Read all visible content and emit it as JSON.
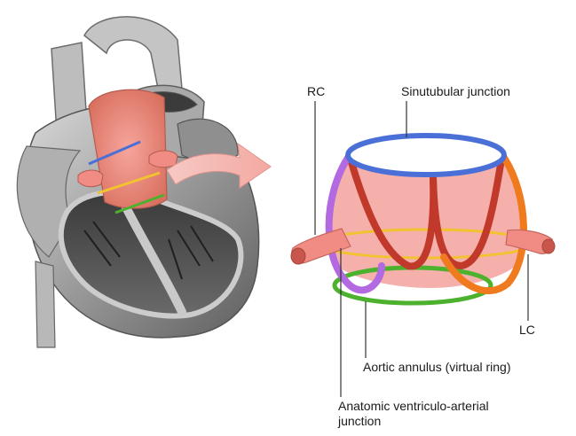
{
  "labels": {
    "rc": "RC",
    "sinotubular": "Sinutubular junction",
    "lc": "LC",
    "annulus": "Aortic annulus (virtual ring)",
    "vaj_line1": "Anatomic ventriculo-arterial",
    "vaj_line2": "junction"
  },
  "colors": {
    "sinotubular_ring": "#4a6fd6",
    "annulus_ring": "#f2c230",
    "vaj_ring": "#4cb22e",
    "leaflet_red": "#c0392b",
    "leaflet_purple": "#b36ae0",
    "leaflet_orange": "#f07a1e",
    "root_fill": "#f4a7a3",
    "coronary": "#f08c84",
    "heart_gray": "#8a8a8a"
  }
}
